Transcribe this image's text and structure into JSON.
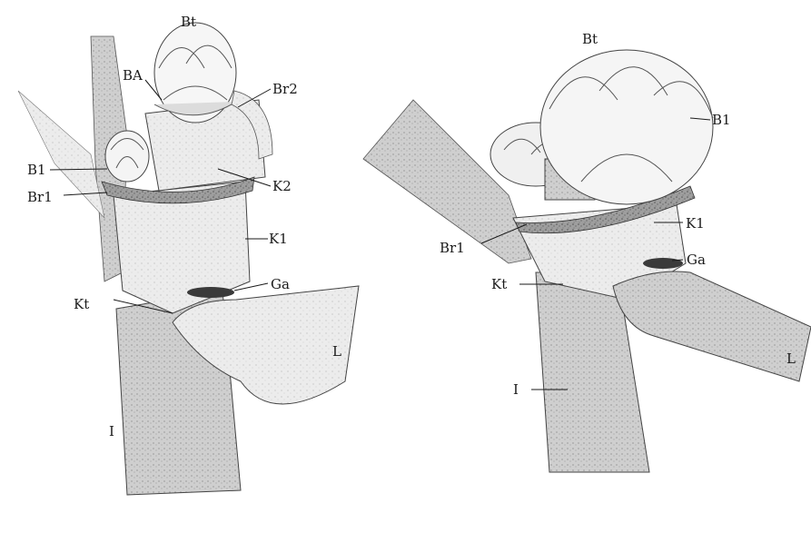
{
  "left_panel": {
    "labels": {
      "bt": "Bt",
      "ba": "BA",
      "br2": "Br2",
      "bl": "B1",
      "br1": "Br1",
      "k2": "K2",
      "k1": "K1",
      "ga": "Ga",
      "kt": "Kt",
      "l": "L",
      "i": "I"
    }
  },
  "right_panel": {
    "labels": {
      "bt": "Bt",
      "bl": "B1",
      "k1": "K1",
      "br1": "Br1",
      "ga": "Ga",
      "kt": "Kt",
      "l": "L",
      "i": "I"
    }
  },
  "colors": {
    "ink": "#1a1a1a",
    "stipple_dark": "#6b6b6b",
    "stipple_mid": "#a8a8a8",
    "stipple_light": "#d9d9d9",
    "paper": "#ffffff"
  }
}
